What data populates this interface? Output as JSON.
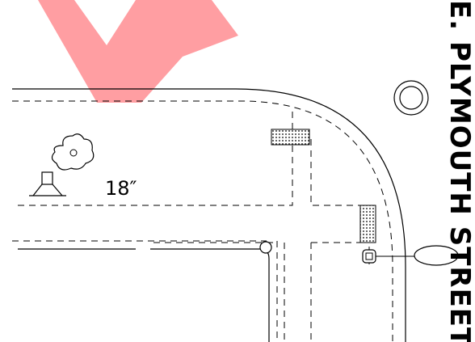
{
  "street_name": "E. PLYMOUTH STREET",
  "tree_size_label": "18″",
  "colors": {
    "line": "#000000",
    "red_marker": "#ff9ea2",
    "background": "#ffffff"
  },
  "icons": [
    "tree-icon",
    "easel-icon",
    "manhole-icon",
    "utility-pole-icon",
    "light-fixture-icon",
    "red-arrow-marker"
  ]
}
